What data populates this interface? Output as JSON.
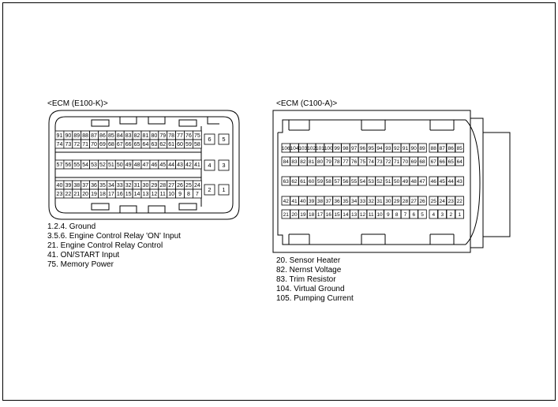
{
  "connectors": [
    {
      "title": "<ECM (E100-K)>",
      "rows": [
        [
          "91",
          "90",
          "89",
          "88",
          "87",
          "86",
          "85",
          "84",
          "83",
          "82",
          "81",
          "80",
          "79",
          "78",
          "77",
          "76",
          "75"
        ],
        [
          "74",
          "73",
          "72",
          "71",
          "70",
          "69",
          "68",
          "67",
          "66",
          "65",
          "64",
          "63",
          "62",
          "61",
          "60",
          "59",
          "58"
        ],
        [
          "57",
          "56",
          "55",
          "54",
          "53",
          "52",
          "51",
          "50",
          "49",
          "48",
          "47",
          "46",
          "45",
          "44",
          "43",
          "42",
          "41"
        ],
        [
          "40",
          "39",
          "38",
          "37",
          "36",
          "35",
          "34",
          "33",
          "32",
          "31",
          "30",
          "29",
          "28",
          "27",
          "26",
          "25",
          "24"
        ],
        [
          "23",
          "22",
          "21",
          "20",
          "19",
          "18",
          "17",
          "16",
          "15",
          "14",
          "13",
          "12",
          "11",
          "10",
          "9",
          "8",
          "7"
        ]
      ],
      "side_pins": [
        [
          "6",
          "5"
        ],
        [
          "4",
          "3"
        ],
        [
          "2",
          "1"
        ]
      ],
      "legend": [
        "1.2.4. Ground",
        "3.5.6. Engine Control Relay 'ON' Input",
        "21. Engine Control Relay Control",
        "41. ON/START Input",
        "75. Memory Power"
      ]
    },
    {
      "title": "<ECM (C100-A)>",
      "rows": [
        [
          "106",
          "104",
          "103",
          "102",
          "101",
          "100",
          "99",
          "98",
          "97",
          "96",
          "95",
          "94",
          "93",
          "92",
          "91",
          "90",
          "89",
          "",
          "88",
          "87",
          "86",
          "85"
        ],
        [
          "84",
          "83",
          "82",
          "81",
          "80",
          "79",
          "78",
          "77",
          "76",
          "75",
          "74",
          "73",
          "72",
          "71",
          "70",
          "69",
          "68",
          "",
          "67",
          "66",
          "65",
          "64"
        ],
        [
          "63",
          "62",
          "61",
          "60",
          "59",
          "58",
          "57",
          "56",
          "55",
          "54",
          "53",
          "52",
          "51",
          "50",
          "49",
          "48",
          "47",
          "",
          "46",
          "45",
          "44",
          "43"
        ],
        [
          "42",
          "41",
          "40",
          "39",
          "38",
          "37",
          "36",
          "35",
          "34",
          "33",
          "32",
          "31",
          "30",
          "29",
          "28",
          "27",
          "26",
          "",
          "25",
          "24",
          "23",
          "22"
        ],
        [
          "21",
          "20",
          "19",
          "18",
          "17",
          "16",
          "15",
          "14",
          "13",
          "12",
          "11",
          "10",
          "9",
          "8",
          "7",
          "6",
          "5",
          "",
          "4",
          "3",
          "2",
          "1"
        ]
      ],
      "legend": [
        "20. Sensor Heater",
        "82. Nernst Voltage",
        "83. Trim Resistor",
        "104. Virtual Ground",
        "105. Pumping Current"
      ]
    }
  ]
}
